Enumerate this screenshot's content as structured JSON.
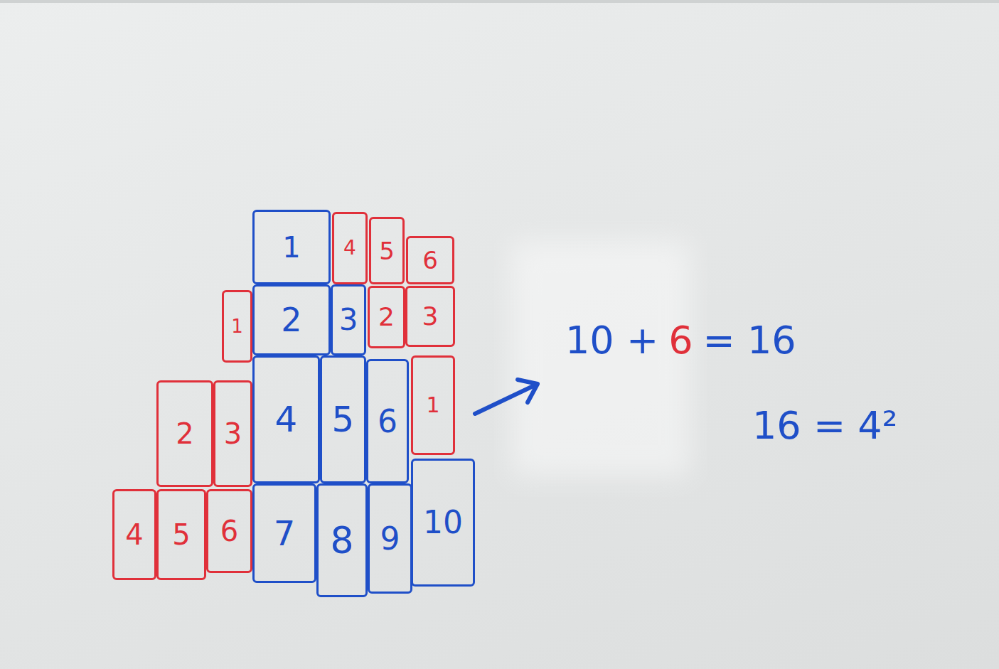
{
  "diagram": {
    "nodes": [
      {
        "text": [
          "1"
        ]
      },
      {
        "text": [
          "4"
        ]
      },
      {
        "text": [
          "5"
        ]
      },
      {
        "text": [
          "6"
        ]
      },
      {
        "text": [
          "1"
        ]
      },
      {
        "text": [
          "2"
        ]
      },
      {
        "text": [
          "3"
        ]
      },
      {
        "text": [
          "2"
        ]
      },
      {
        "text": [
          "3"
        ]
      },
      {
        "text": [
          "2"
        ]
      },
      {
        "text": [
          "3"
        ]
      },
      {
        "text": [
          "4"
        ]
      },
      {
        "text": [
          "5"
        ]
      },
      {
        "text": [
          "6"
        ]
      },
      {
        "text": [
          "1"
        ]
      },
      {
        "text": [
          "4"
        ]
      },
      {
        "text": [
          "5"
        ]
      },
      {
        "text": [
          "6"
        ]
      },
      {
        "text": [
          "7"
        ]
      },
      {
        "text": [
          "8"
        ]
      },
      {
        "text": [
          "9"
        ]
      },
      {
        "text": [
          "10"
        ]
      }
    ],
    "labels": [
      "10 +",
      "6",
      "= 16",
      "16 = 4²"
    ]
  }
}
